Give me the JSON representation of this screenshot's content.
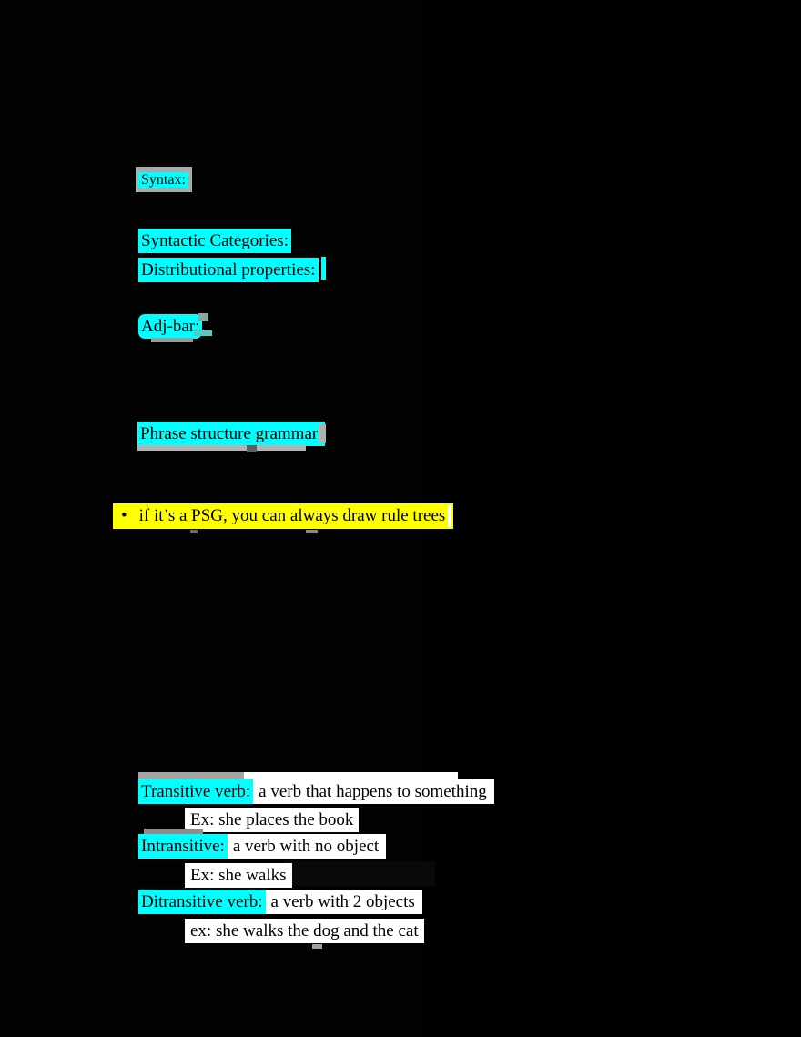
{
  "document": {
    "headings": {
      "syntax": "Syntax:",
      "syntactic_categories": "Syntactic Categories:",
      "distributional_properties": "Distributional properties:",
      "adj_bar": "Adj-bar:",
      "phrase_structure_grammar": "Phrase structure grammar:"
    },
    "bullet_note": {
      "bullet": "•",
      "text": "if it’s a PSG, you can always draw rule trees"
    },
    "verbs": {
      "transitive": {
        "term": "Transitive verb:",
        "definition": "a verb that happens to something",
        "example": "Ex: she places the book"
      },
      "intransitive": {
        "term": "Intransitive:",
        "definition": "a verb with no object",
        "example": "Ex: she walks"
      },
      "ditransitive": {
        "term": "Ditransitive verb:",
        "definition": "a verb with 2 objects",
        "example": "ex: she walks the dog and the cat"
      }
    },
    "colors": {
      "highlight_cyan": "#00ffff",
      "highlight_yellow": "#ffff00",
      "highlight_white": "#ffffff",
      "text": "#000000",
      "background": "#000000"
    }
  }
}
